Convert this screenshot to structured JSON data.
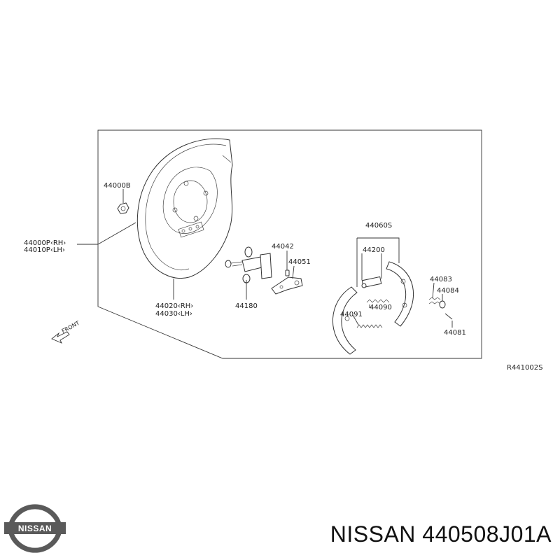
{
  "diagram": {
    "parts": {
      "p44000B": "44000B",
      "p44000P_rh": "44000P‹RH›",
      "p44010P_lh": "44010P‹LH›",
      "p44020_rh": "44020‹RH›",
      "p44030_lh": "44030‹LH›",
      "p44180": "44180",
      "p44042": "44042",
      "p44051": "44051",
      "p44060S": "44060S",
      "p44200": "44200",
      "p44090": "44090",
      "p44091": "44091",
      "p44083": "44083",
      "p44084": "44084",
      "p44081": "44081"
    },
    "front_label": "FRONT",
    "ref_code": "R441002S"
  },
  "footer": {
    "title": "NISSAN 440508J01A",
    "logo_text": "NISSAN"
  },
  "colors": {
    "ink": "#222222",
    "logo": "#5a5a5a"
  }
}
